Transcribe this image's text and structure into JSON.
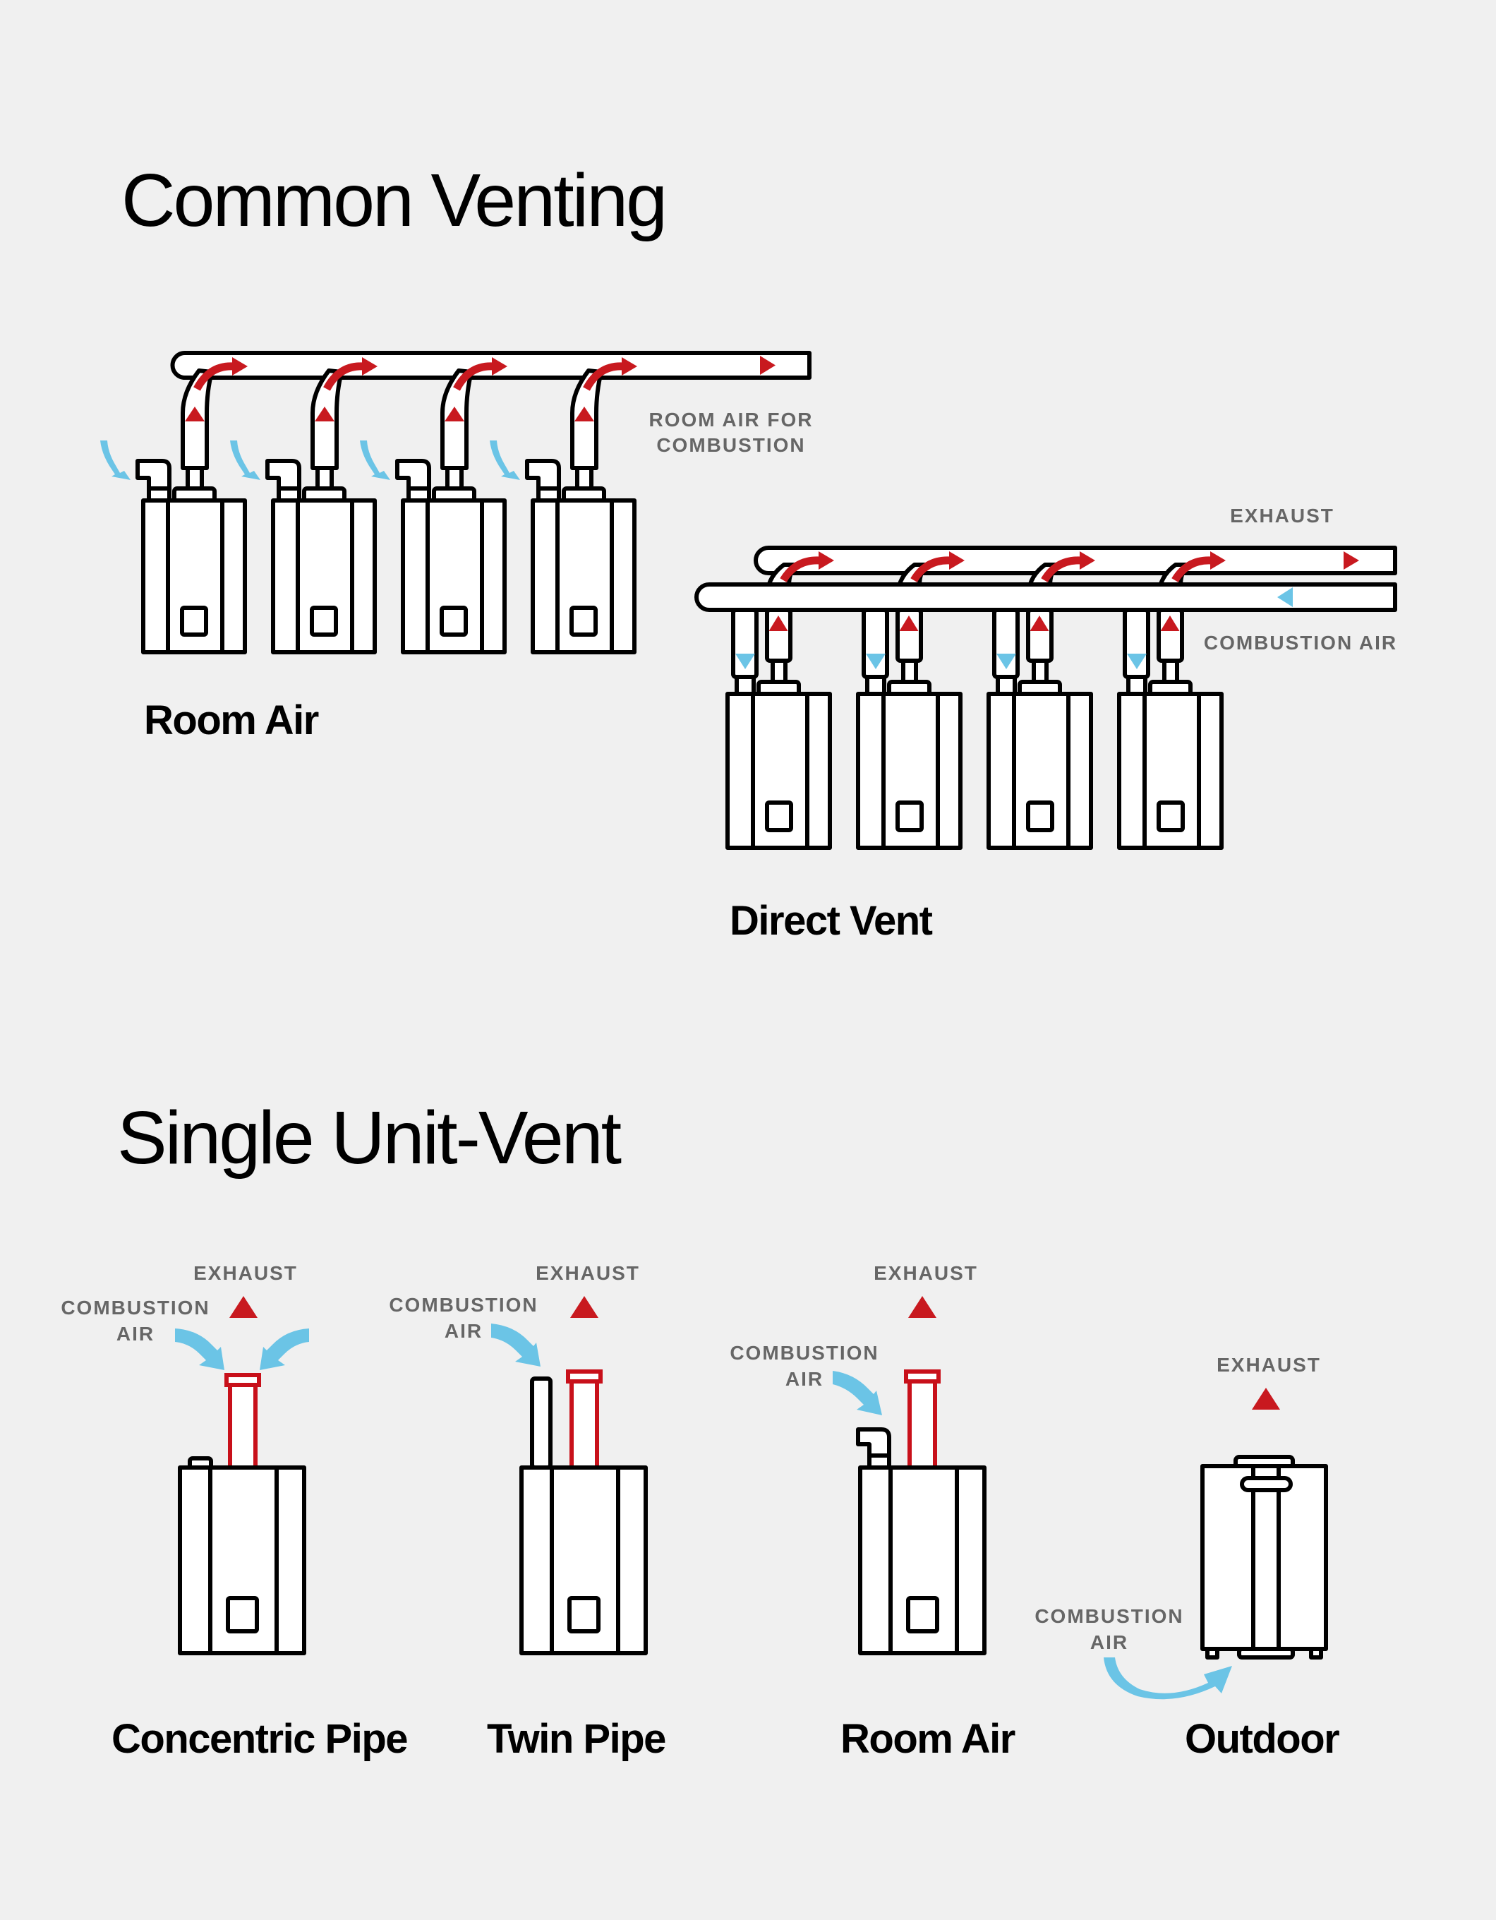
{
  "colors": {
    "background": "#F0F0F0",
    "exhaust_red": "#C8191F",
    "air_blue": "#6BC4E6",
    "label_gray": "#666666",
    "outline": "#000000"
  },
  "common_venting": {
    "title": "Common Venting",
    "room_air": {
      "caption": "Room Air",
      "unit_count": 4,
      "pipe_label_line1": "ROOM AIR FOR",
      "pipe_label_line2": "COMBUSTION"
    },
    "direct_vent": {
      "caption": "Direct Vent",
      "unit_count": 4,
      "exhaust_label": "EXHAUST",
      "combustion_label": "COMBUSTION AIR"
    }
  },
  "single_unit_vent": {
    "title": "Single Unit-Vent",
    "items": [
      {
        "caption": "Concentric Pipe",
        "exhaust_label": "EXHAUST",
        "combustion_line1": "COMBUSTION",
        "combustion_line2": "AIR"
      },
      {
        "caption": "Twin Pipe",
        "exhaust_label": "EXHAUST",
        "combustion_line1": "COMBUSTION",
        "combustion_line2": "AIR"
      },
      {
        "caption": "Room Air",
        "exhaust_label": "EXHAUST",
        "combustion_line1": "COMBUSTION",
        "combustion_line2": "AIR"
      },
      {
        "caption": "Outdoor",
        "exhaust_label": "EXHAUST",
        "combustion_line1": "COMBUSTION",
        "combustion_line2": "AIR"
      }
    ]
  }
}
